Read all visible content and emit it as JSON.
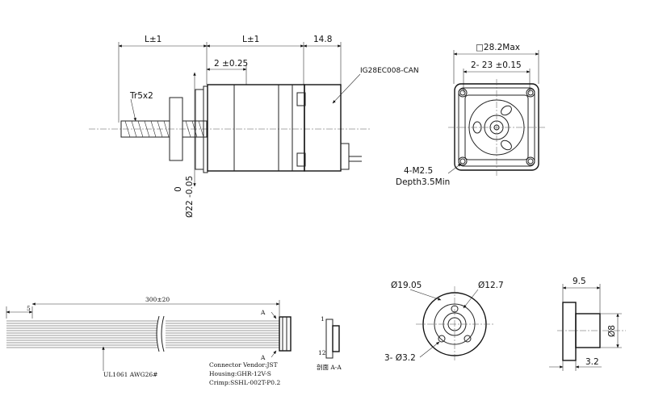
{
  "side_view": {
    "len1": "L±1",
    "len2": "L±1",
    "len3": "14.8",
    "flange": "2 ±0.25",
    "thread": "Tr5x2",
    "model": "IG28EC008-CAN",
    "dia_tol_top": "0",
    "dia_main": "Ø22 -0.05"
  },
  "end_view": {
    "square": "□28.2Max",
    "pitch": "2- 23 ±0.15",
    "holes": "4-M2.5",
    "depth": "Depth3.5Min"
  },
  "cable": {
    "length": "300±20",
    "strip": "5",
    "wire": "UL1061  AWG26#",
    "section_mark_top": "A",
    "section_mark_bottom": "A",
    "connector_vendor": "Connector Vendor:JST",
    "housing": "Housing:GHR-12V-S",
    "crimp": "Crimp:SSHL-002T-P0.2",
    "pin_first": "1",
    "pin_last": "12",
    "section_label": "剖面 A-A"
  },
  "nut_front": {
    "outer": "Ø19.05",
    "inner": "Ø12.7",
    "holes": "3- Ø3.2"
  },
  "nut_side": {
    "width": "9.5",
    "dia": "Ø8",
    "flange": "3.2"
  }
}
